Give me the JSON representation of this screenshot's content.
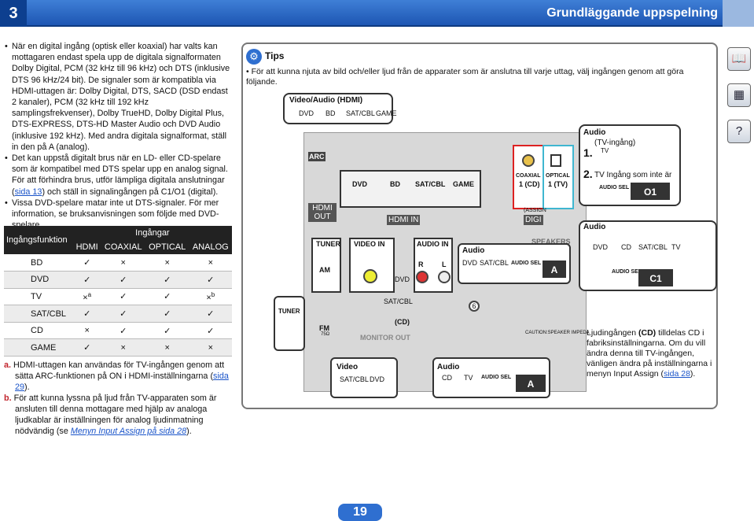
{
  "header": {
    "chapter": "3",
    "title": "Grundläggande uppspelning"
  },
  "left_notes": [
    "När en digital ingång (optisk eller koaxial) har valts kan mottagaren endast spela upp de digitala signalformaten Dolby Digital, PCM (32 kHz till 96 kHz) och DTS (inklusive DTS 96 kHz/24 bit). De signaler som är kompatibla via HDMI-uttagen är: Dolby Digital, DTS, SACD (DSD endast 2 kanaler), PCM (32 kHz till 192 kHz samplingsfrekvenser), Dolby TrueHD, Dolby Digital Plus, DTS-EXPRESS, DTS-HD Master Audio och DVD Audio (inklusive 192 kHz). Med andra digitala signalformat, ställ in den på A (analog).",
    "Det kan uppstå digitalt brus när en LD- eller CD-spelare som är kompatibel med DTS spelar upp en analog signal. För att förhindra brus, utför lämpliga digitala anslutningar (",
    "Vissa DVD-spelare matar inte ut DTS-signaler. För mer information, se bruksanvisningen som följde med DVD-spelare."
  ],
  "note2_link": "sida 13",
  "note2_tail": ") och ställ in signalingången på C1/O1 (digital).",
  "table": {
    "col_function": "Ingångsfunktion",
    "col_inputs": "Ingångar",
    "subheads": [
      "HDMI",
      "COAXIAL",
      "OPTICAL",
      "ANALOG"
    ],
    "rows": [
      {
        "name": "BD",
        "cells": [
          "✓",
          "×",
          "×",
          "×"
        ]
      },
      {
        "name": "DVD",
        "cells": [
          "✓",
          "✓",
          "✓",
          "✓"
        ]
      },
      {
        "name": "TV",
        "cells": [
          "×",
          "✓",
          "✓",
          "×"
        ],
        "sup": [
          "a",
          "",
          "",
          "b"
        ]
      },
      {
        "name": "SAT/CBL",
        "cells": [
          "✓",
          "✓",
          "✓",
          "✓"
        ]
      },
      {
        "name": "CD",
        "cells": [
          "×",
          "✓",
          "✓",
          "✓"
        ]
      },
      {
        "name": "GAME",
        "cells": [
          "✓",
          "×",
          "×",
          "×"
        ]
      }
    ]
  },
  "footnotes": [
    {
      "mark": "a.",
      "text": "HDMI-uttagen kan användas för TV-ingången genom att sätta ARC-funktionen på ON i HDMI-inställningarna (",
      "link": "sida 29",
      "tail": ")."
    },
    {
      "mark": "b.",
      "text": "För att kunna lyssna på ljud från TV-apparaten som är ansluten till denna mottagare med hjälp av analoga ljudkablar är inställningen för analog ljudinmatning nödvändig (se ",
      "link": "Menyn Input Assign på sida 28",
      "tail": ")."
    }
  ],
  "tips": {
    "title": "Tips",
    "text": "För att kunna njuta av bild och/eller ljud från de apparater som är anslutna till varje uttag, välj ingången genom att göra följande."
  },
  "diagram": {
    "hdmi_box_title": "Video/Audio (HDMI)",
    "hdmi_sources": [
      "DVD",
      "BD",
      "SAT/CBL",
      "GAME"
    ],
    "panel_hdmi_jacks": [
      "DVD",
      "BD",
      "SAT/CBL",
      "GAME"
    ],
    "arc": "ARC",
    "hdmi_out": "HDMI OUT",
    "hdmi_in": "HDMI IN",
    "coaxial": "COAXIAL",
    "optical": "OPTICAL",
    "coax_cd": "1 (CD)",
    "opt_tv": "1 (TV)",
    "assign": "(ASSIGN",
    "digital": "DIGI",
    "tuner": "TUNER",
    "am": "AM",
    "fm": "FM",
    "fm_ohm": "75Ω",
    "video_in": "VIDEO IN",
    "audio_in": "AUDIO IN",
    "r": "R",
    "l": "L",
    "dvd_panel": "DVD",
    "sat_panel": "SAT/CBL",
    "cd_panel": "(CD)",
    "monitor_out": "MONITOR OUT",
    "speakers": "SPEAKERS",
    "caution": "CAUTION:SPEAKER IMPEDA",
    "six": "6",
    "tuner_out": "TUNER",
    "audio_lbl": "Audio",
    "audio_dvd": "DVD",
    "audio_sat": "SAT/CBL",
    "audio_sel": "AUDIO SEL",
    "audio_a": "A",
    "video_lbl": "Video",
    "video_sat": "SAT/CBL",
    "video_dvd": "DVD",
    "audio2_lbl": "Audio",
    "audio2_cd": "CD",
    "audio2_tv": "TV",
    "audio2_sel": "AUDIO SEL",
    "audio2_a": "A"
  },
  "right_box": {
    "audio_lbl": "Audio",
    "tv_in": "(TV-ingång)",
    "step1": "1.",
    "step1_tv": "TV",
    "step2": "2.",
    "step2_text": "TV Ingång som inte är",
    "audio_sel": "AUDIO SEL",
    "o1": "O1",
    "audio2_lbl": "Audio",
    "sources": [
      "DVD",
      "CD",
      "SAT/CBL",
      "TV"
    ],
    "audio_sel2": "AUDIO SEL",
    "c1": "C1",
    "note_a": "Ljudingången ",
    "note_cd": "(CD)",
    "note_b": " tilldelas ",
    "note_c": "CD i fabriksinställningarna. Om du vill ändra denna till ",
    "note_d": "TV-ingången, vänligen ändra på inställningarna i menyn Input Assign (",
    "note_link": "sida 28",
    "note_tail": ")."
  },
  "side_icons": [
    "book-icon",
    "remote-icon",
    "help-icon"
  ],
  "page_number": "19"
}
